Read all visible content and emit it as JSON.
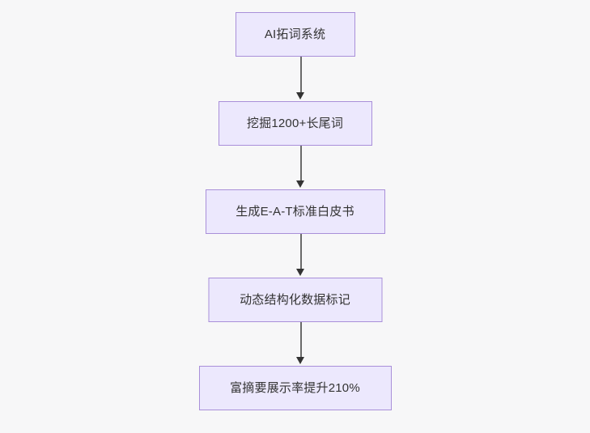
{
  "diagram": {
    "type": "flowchart",
    "orientation": "top-to-bottom",
    "background_color": "#f7f7f8",
    "node_fill_color": "#ece8fd",
    "node_border_color": "#a98fd9",
    "node_text_color": "#333333",
    "edge_color": "#6a6a6a",
    "arrowhead_color": "#333333",
    "nodes": [
      {
        "id": "node-0",
        "label": "AI拓词系统"
      },
      {
        "id": "node-1",
        "label": "挖掘1200+长尾词"
      },
      {
        "id": "node-2",
        "label": "生成E-A-T标准白皮书"
      },
      {
        "id": "node-3",
        "label": "动态结构化数据标记"
      },
      {
        "id": "node-4",
        "label": "富摘要展示率提升210%"
      }
    ],
    "edges": [
      {
        "id": "edge-0",
        "from": "node-0",
        "to": "node-1"
      },
      {
        "id": "edge-1",
        "from": "node-1",
        "to": "node-2"
      },
      {
        "id": "edge-2",
        "from": "node-2",
        "to": "node-3"
      },
      {
        "id": "edge-3",
        "from": "node-3",
        "to": "node-4"
      }
    ]
  }
}
